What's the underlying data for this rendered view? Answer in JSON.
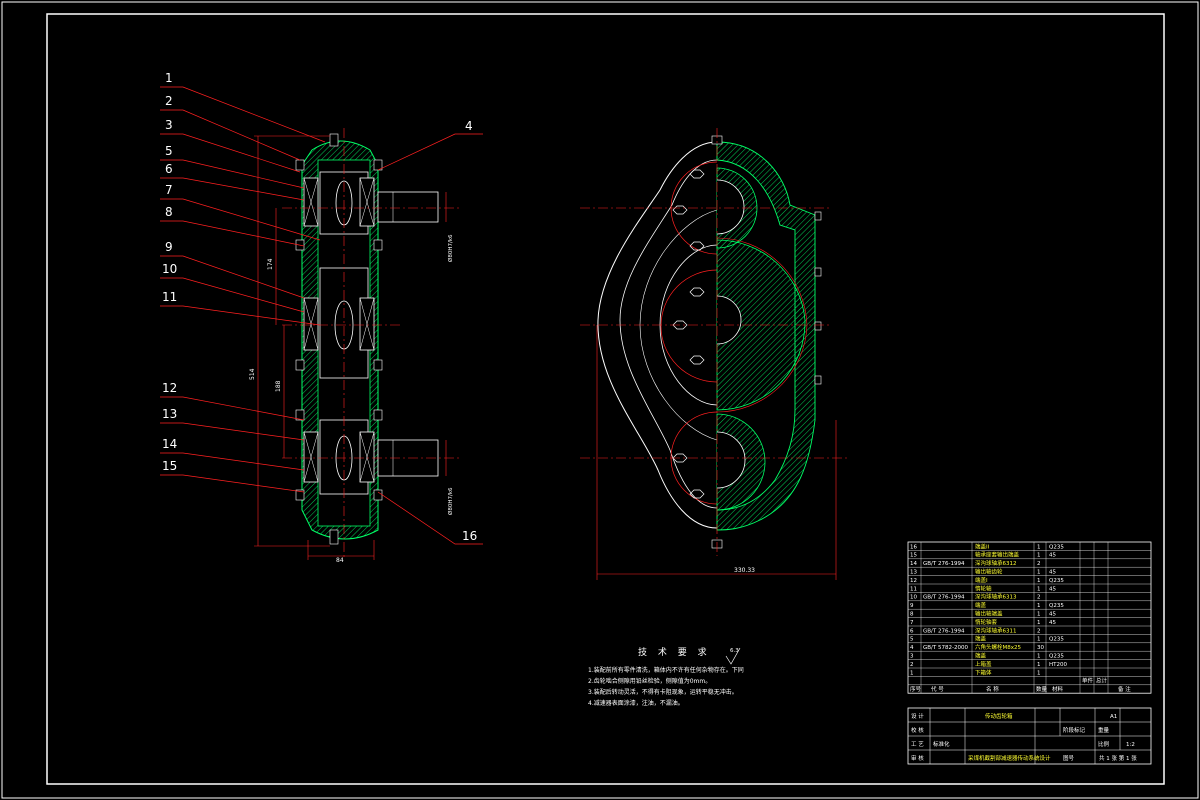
{
  "drawing": {
    "part_labels": [
      "1",
      "2",
      "3",
      "4",
      "5",
      "6",
      "7",
      "8",
      "9",
      "10",
      "11",
      "12",
      "13",
      "14",
      "15",
      "16"
    ],
    "dimensions": {
      "overall_height": "514",
      "mid_span": "174",
      "lower_span": "188",
      "width_bottom": "84",
      "side_width": "330.33"
    },
    "shaft_notes": {
      "upper": "Ø80H7/k6",
      "lower": "Ø80H7/k6"
    }
  },
  "technical_requirements": {
    "title": "技 术 要 求",
    "items": [
      "1.装配前所有零件清洗，箱体内不许有任何杂物存在。下同",
      "2.齿轮啮合侧隙用铅丝检验，侧隙值为0mm。",
      "3.装配后转动灵活，不得有卡阻现象，运转平稳无冲击。",
      "4.减速器表面涂漆，注油，不漏油。"
    ],
    "roughness": "6.3"
  },
  "parts_list": [
    {
      "no": "16",
      "code": "",
      "name": "端盖II",
      "qty": "1",
      "material": "Q235"
    },
    {
      "no": "15",
      "code": "",
      "name": "轴承座套输出端盖",
      "qty": "1",
      "material": "45"
    },
    {
      "no": "14",
      "code": "GB/T 276-1994",
      "name": "深沟球轴承6312",
      "qty": "2",
      "material": ""
    },
    {
      "no": "13",
      "code": "",
      "name": "输出轴齿轮",
      "qty": "1",
      "material": "45"
    },
    {
      "no": "12",
      "code": "",
      "name": "端盖I",
      "qty": "1",
      "material": "Q235"
    },
    {
      "no": "11",
      "code": "",
      "name": "惰轮轴",
      "qty": "1",
      "material": "45"
    },
    {
      "no": "10",
      "code": "GB/T 276-1994",
      "name": "深沟球轴承6313",
      "qty": "2",
      "material": ""
    },
    {
      "no": "9",
      "code": "",
      "name": "端盖",
      "qty": "1",
      "material": "Q235"
    },
    {
      "no": "8",
      "code": "",
      "name": "输出轴端盖",
      "qty": "1",
      "material": "45"
    },
    {
      "no": "7",
      "code": "",
      "name": "惰轮轴套",
      "qty": "1",
      "material": "45"
    },
    {
      "no": "6",
      "code": "GB/T 276-1994",
      "name": "深沟球轴承6311",
      "qty": "2",
      "material": ""
    },
    {
      "no": "5",
      "code": "",
      "name": "端盖",
      "qty": "1",
      "material": "Q235"
    },
    {
      "no": "4",
      "code": "GB/T 5782-2000",
      "name": "六角头螺栓M8x25",
      "qty": "30",
      "material": ""
    },
    {
      "no": "3",
      "code": "",
      "name": "端盖",
      "qty": "1",
      "material": "Q235"
    },
    {
      "no": "2",
      "code": "",
      "name": "上箱盖",
      "qty": "1",
      "material": "HT200"
    },
    {
      "no": "1",
      "code": "",
      "name": "下箱体",
      "qty": "1",
      "material": ""
    }
  ],
  "title_block": {
    "header": [
      "序号",
      "代 号",
      "名 称",
      "数量",
      "材料",
      "单件",
      "总计",
      "重 量",
      "备 注"
    ],
    "drawing_name": "传动齿轮箱",
    "scale_label": "比例",
    "scale": "1:2",
    "sheet": "共 1 张  第 1 张",
    "sheet_size": "A1",
    "designer_label": "设 计",
    "checker_label": "校 核",
    "process_label": "工 艺",
    "approver_label": "审 核",
    "standard_label": "标准化",
    "project": "采煤机截割部减速器传动系统设计",
    "stage_label": "阶段标记",
    "weight_label": "重量",
    "doc_code": "图号"
  },
  "colors": {
    "border": "#ffffff",
    "outline": "#ffffff",
    "section": "#00ff66",
    "center": "#ff2020",
    "dim": "#ff2020",
    "table": "#ffffff"
  }
}
